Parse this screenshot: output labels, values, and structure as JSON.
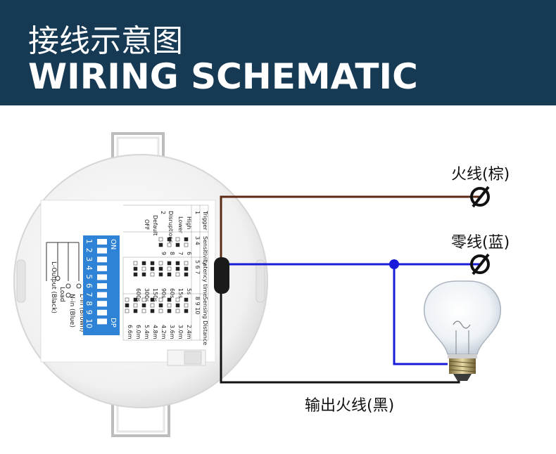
{
  "header": {
    "title_cn": "接线示意图",
    "title_en": "WIRING SCHEMATIC",
    "bg_color": "#173a54"
  },
  "wire_labels": {
    "live": "火线(棕)",
    "neutral": "零线(蓝)",
    "output": "输出火线(黑)"
  },
  "wire_colors": {
    "live": "#5a2a14",
    "neutral": "#1a1adb",
    "output": "#111111"
  },
  "dip_switch": {
    "on_label": "ON",
    "dp_label": "DP",
    "numbers": [
      "1",
      "2",
      "3",
      "4",
      "5",
      "6",
      "7",
      "8",
      "9",
      "10"
    ],
    "color": "#2f83d6"
  },
  "terminals": {
    "l_output": "L-Output (Black)",
    "load": "Load",
    "n_in": "N-in (Blue)",
    "l_in": "L-in (Brown)"
  },
  "settings_table": {
    "trigger": {
      "header": "Trigger",
      "num": "1",
      "options": [
        {
          "value": "High",
          "desc": "Lower"
        }
      ]
    },
    "disruptions": {
      "num": "2",
      "label": "Disruptions",
      "default": "Default",
      "off": "OFF"
    },
    "sensitivity": {
      "header": "Sensitivity",
      "nums": "3 4",
      "values": [
        "6",
        "7",
        "8",
        "9"
      ]
    },
    "latency": {
      "header": "Latency time",
      "nums": "5 6 7",
      "values": [
        "5s",
        "15s",
        "60s",
        "90s",
        "150s",
        "300s",
        "600s"
      ]
    },
    "distance": {
      "header": "Sensing Distance",
      "nums": "8 9 10",
      "values": [
        "2.4m",
        "3.0m",
        "3.6m",
        "4.2m",
        "4.8m",
        "5.4m",
        "6.0m",
        "6.6m"
      ]
    }
  }
}
